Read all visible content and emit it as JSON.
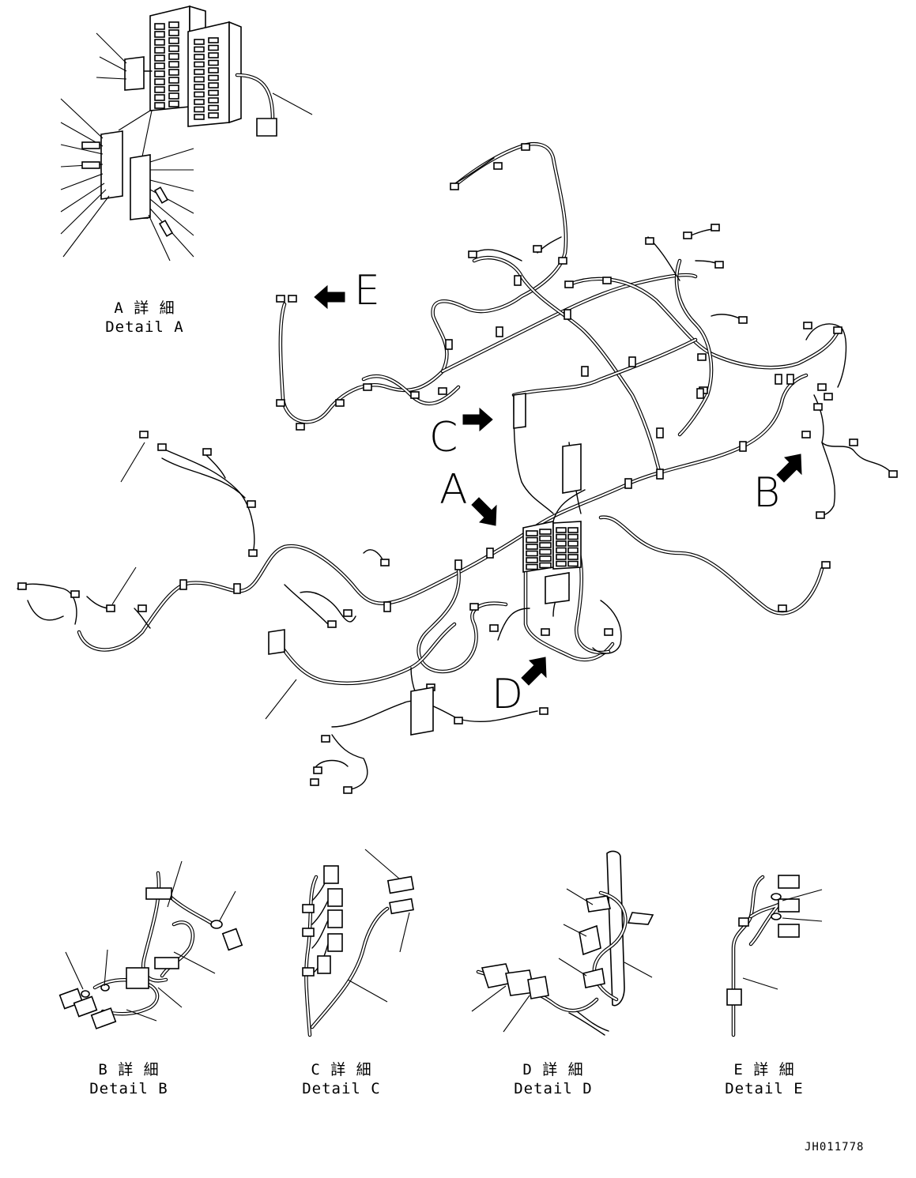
{
  "drawing_code": "JH011778",
  "callouts": [
    "A",
    "B",
    "C",
    "D",
    "E"
  ],
  "details": {
    "a": {
      "jp": "A 詳 細",
      "en": "Detail A"
    },
    "b": {
      "jp": "B 詳 細",
      "en": "Detail B"
    },
    "c": {
      "jp": "C 詳 細",
      "en": "Detail C"
    },
    "d": {
      "jp": "D 詳 細",
      "en": "Detail D"
    },
    "e": {
      "jp": "E 詳 細",
      "en": "Detail E"
    }
  },
  "colors": {
    "line": "#000000",
    "background": "#ffffff"
  }
}
